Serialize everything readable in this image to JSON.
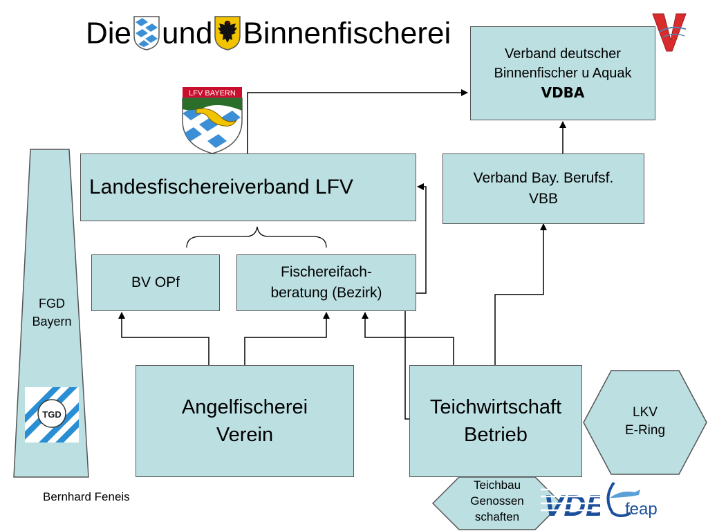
{
  "title": {
    "part1": "Die",
    "part2": "und",
    "part3": "Binnenfischerei"
  },
  "nodes": {
    "vdba": {
      "line1": "Verband deutscher",
      "line2": "Binnenfischer u Aquak",
      "line3": "VDBA"
    },
    "lfv": {
      "label": "Landesfischereiverband LFV"
    },
    "vbb": {
      "line1": "Verband Bay. Berufsf.",
      "line2": "VBB"
    },
    "bv": {
      "label": "BV OPf"
    },
    "fachberatung": {
      "line1": "Fischereifach-",
      "line2": "beratung (Bezirk)"
    },
    "fgd": {
      "line1": "FGD",
      "line2": "Bayern"
    },
    "angel": {
      "line1": "Angelfischerei",
      "line2": "Verein"
    },
    "teich": {
      "line1": "Teichwirtschaft",
      "line2": "Betrieb"
    },
    "lkv": {
      "line1": "LKV",
      "line2": "E-Ring"
    },
    "teichbau": {
      "line1": "Teichbau",
      "line2": "Genossen",
      "line3": "schaften"
    }
  },
  "logos": {
    "lfv_logo_text": "LFV BAYERN",
    "vdbi_text": "VDBI",
    "feap_text": "feap",
    "tgd_text": "TGD"
  },
  "footer": {
    "author": "Bernhard Feneis"
  },
  "colors": {
    "box_fill": "#bcdfe2",
    "border": "#555555",
    "line": "#000000"
  }
}
